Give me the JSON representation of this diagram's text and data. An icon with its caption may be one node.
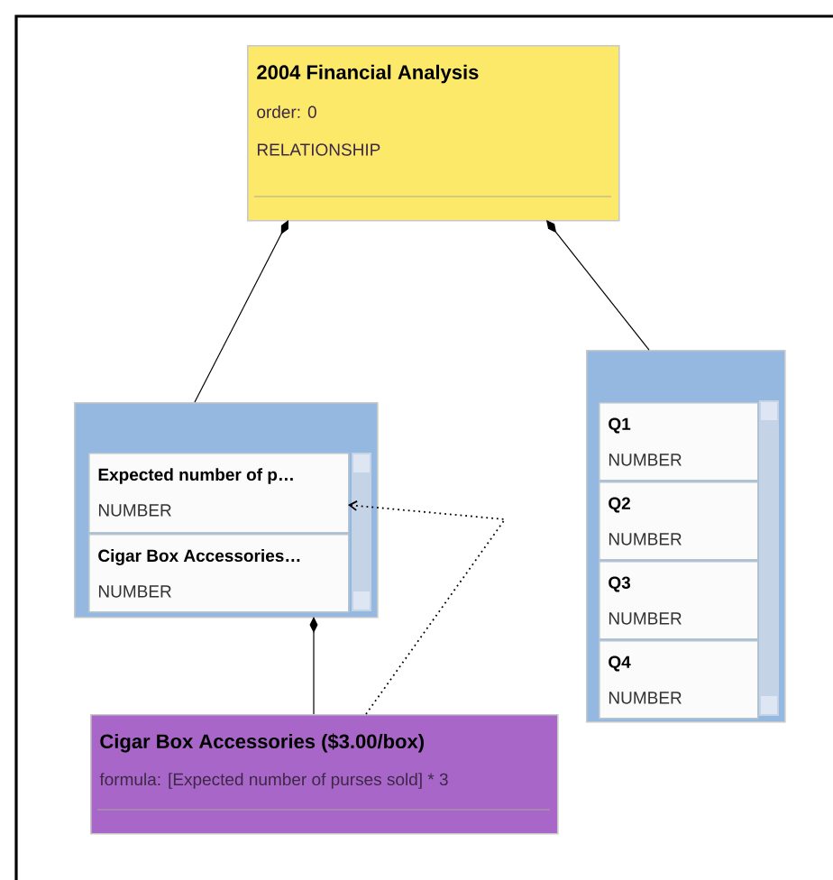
{
  "diagram": {
    "nodes": [
      {
        "text": [
          "2004 Financial Analysis",
          "order: 0",
          "RELATIONSHIP"
        ]
      },
      {
        "text": [],
        "shape": "box"
      },
      {
        "text": [
          "Expected number of p…",
          "NUMBER"
        ],
        "in": 1
      },
      {
        "text": [
          "Cigar Box Accessories…",
          "NUMBER"
        ],
        "in": 1
      },
      {
        "text": [],
        "shape": "box"
      },
      {
        "text": [
          "Q1",
          "NUMBER"
        ],
        "in": 4
      },
      {
        "text": [
          "Q2",
          "NUMBER"
        ],
        "in": 4
      },
      {
        "text": [
          "Q3",
          "NUMBER"
        ],
        "in": 4
      },
      {
        "text": [
          "Q4",
          "NUMBER"
        ],
        "in": 4
      },
      {
        "text": [
          "Cigar Box Accessories ($3.00/box)",
          "formula: [Expected number of purses sold] * 3"
        ]
      }
    ],
    "edges": [
      {
        "from": 0,
        "to": 1,
        "arrow": "other"
      },
      {
        "from": 0,
        "to": 4,
        "arrow": "other"
      },
      {
        "from": 1,
        "to": 9,
        "arrow": "other"
      },
      {
        "from": 9,
        "to": 2,
        "arrow": "to",
        "style": "dashed"
      }
    ]
  }
}
